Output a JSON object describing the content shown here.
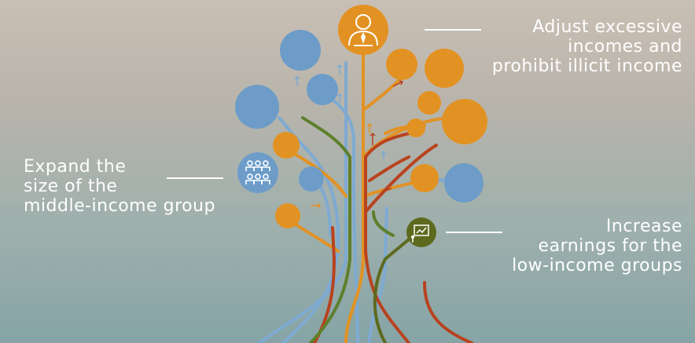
{
  "labels": {
    "top": "Adjust excessive\nincomes and\nprohibit illicit income",
    "left": "Expand the\nsize of the\nmiddle-income group",
    "bottom": "Increase\nearnings for the\nlow-income groups"
  },
  "colors": {
    "blue": "#6d9cc8",
    "orange": "#e29223",
    "red": "#b8431f",
    "olive": "#5d6a1e",
    "green": "#5e7f2c",
    "line_blue": "#7eaad2",
    "label_text": "#ffffff"
  },
  "icons": {
    "top_circle": "person-with-tie-icon",
    "left_circle": "group-of-people-icon",
    "bottom_circle": "chart-presentation-icon"
  }
}
